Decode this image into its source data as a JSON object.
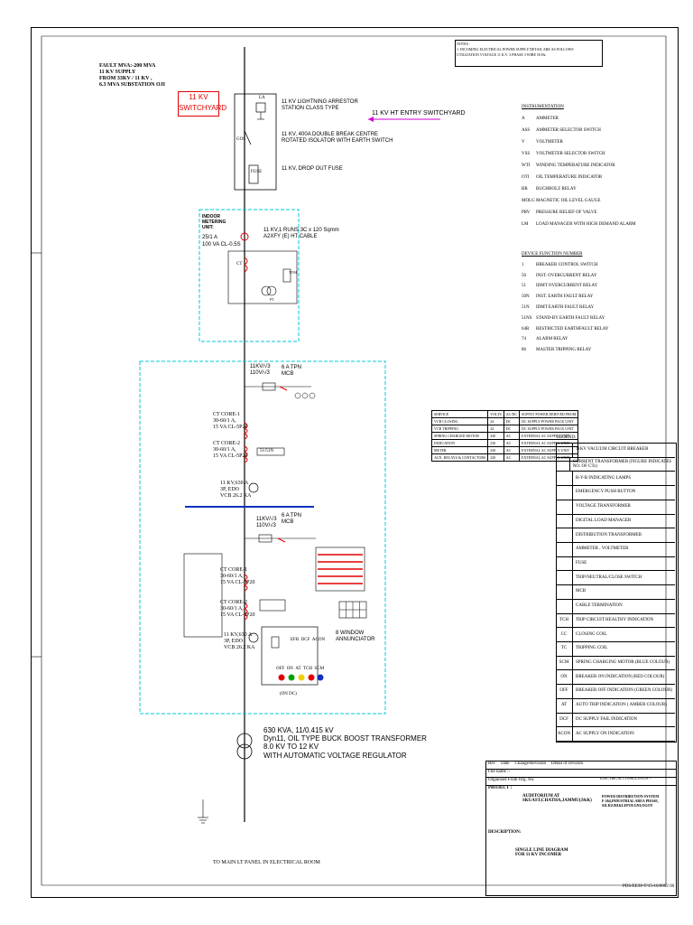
{
  "fault_info": [
    "FAULT MVA:-200 MVA",
    "11 KV SUPPLY",
    "FROM 33KV / 11 KV ,",
    "6.3 MVA SUBSTATION OJI"
  ],
  "switchyard_box": [
    "11 KV",
    "SWITCHYARD"
  ],
  "ht_entry": "11 KV HT ENTRY SWITCHYARD",
  "top_labels": {
    "la": "LA",
    "gos": "GOS",
    "fuse": "FUSE",
    "arrestor": [
      "11 KV LIGHTNING ARRESTOR",
      "STATION CLASS TYPE"
    ],
    "isolator": [
      "11 KV, 400A DOUBLE BREAK CENTRE",
      "ROTATED ISOLATOR WITH EARTH SWITCH"
    ],
    "dropout": "11 KV, DROP OUT FUSE"
  },
  "notes": [
    "NOTES :",
    "1. INCOMING ELECTRICAL POWER SUPPLY DETAIL ARE AS FOLLOWS",
    "UTILIZATION VOLTAGE 11 K.V. 3 PHASE 3 WIRE 50 Hz"
  ],
  "metering": {
    "title": "INDOOR METERING UNIT:",
    "ct": "25/1 A",
    "va": "100 VA CL-0.5S",
    "cable": [
      "11 KV,1 RUNS 3C x 120 Sqmm",
      "A2XFY (E) HT CABLE"
    ],
    "ct_label": "CT",
    "tvm": "TVM",
    "pt": "PT"
  },
  "upper_panel": {
    "bus": [
      "11KV/√3",
      "110V/√3"
    ],
    "mcb": [
      "6 A TPN",
      "MCB"
    ],
    "ct1": [
      "CT CORE-1",
      "30-60/1 A,",
      "15 VA CL-5P20"
    ],
    "ct2": [
      "CT CORE-2",
      "30-60/1 A,",
      "15 VA CL-5P20"
    ],
    "relay": "51/51N",
    "vcb": [
      "11 KV,630 A",
      "3P, EDO",
      "VCB 26.2 KA"
    ]
  },
  "lower_panel": {
    "bus": [
      "11KV/√3",
      "110V/√3"
    ],
    "mcb": [
      "6 A TPN",
      "MCB"
    ],
    "ct1": [
      "CT CORE-1",
      "30-60/1 A,",
      "15 VA CL-5P20"
    ],
    "ct2": [
      "CT CORE-2",
      "30-60/1 A,",
      "15 VA CL-5P20"
    ],
    "vcb": [
      "11 KV,630 A",
      "3P, EDO",
      "VCB 26.2 KA"
    ],
    "annunciator": [
      "8 WINDOW",
      "ANNUNCIATOR"
    ],
    "indicators": [
      "OFF",
      "ON",
      "AT",
      "TCH",
      "SCM"
    ],
    "ind_top": [
      "EFR",
      "DCF",
      "ACON"
    ],
    "on_dc": "(ON DC)"
  },
  "transformer": [
    "630 KVA, 11/0.415 kV",
    "Dyn11, OIL TYPE BUCK BOOST TRANSFORMER",
    "8.0 KV TO 12 KV",
    "WITH AUTOMATIC VOLTAGE REGULATOR"
  ],
  "to_main": "TO MAIN LT PANEL IN ELECTRICAL ROOM",
  "instrumentation": {
    "title": "INSTRUMENTATION",
    "items": [
      [
        "A",
        "AMMETER"
      ],
      [
        "ASS",
        "AMMETER SELECTOR SWITCH"
      ],
      [
        "V",
        "VOLTMETER"
      ],
      [
        "VSS",
        "VOLTMETER SELECTOR SWITCH"
      ],
      [
        "WTI",
        "WINDING TEMPERATURE INDICATOR"
      ],
      [
        "OTI",
        "OIL TEMPERATURE INDICATOR"
      ],
      [
        "BR",
        "BUCHHOLZ RELAY"
      ],
      [
        "MOLG",
        "MAGNETIC OIL LEVEL GAUGE"
      ],
      [
        "PRV",
        "PRESSURE RELIEF OF VALVE"
      ],
      [
        "LM",
        "LOAD MANAGER WITH HIGH DEMAND ALARM"
      ]
    ]
  },
  "device_function": {
    "title": "DEVICE FUNCTION NUMBER",
    "items": [
      [
        "1",
        "BREAKER CONTROL SWITCH"
      ],
      [
        "50",
        "INST. OVERCURRENT RELAY"
      ],
      [
        "51",
        "IDMT OVERCURRENT RELAY"
      ],
      [
        "50N",
        "INST. EARTH FAULT RELAY"
      ],
      [
        "51N",
        "IDMT EARTH FAULT RELAY"
      ],
      [
        "51NS",
        "STAND-BY EARTH FAULT RELAY"
      ],
      [
        "64R",
        "RESTRICTED EARTHFAULT RELAY"
      ],
      [
        "74",
        "ALARM RELAY"
      ],
      [
        "86",
        "MASTER TRIPPING RELAY"
      ]
    ]
  },
  "aux_table": {
    "headers": [
      "SERVICE",
      "VOLTS",
      "AC/DC",
      "SUPPLY POWER DERIVED FROM"
    ],
    "rows": [
      [
        "VCB CLOSING",
        "24",
        "DC",
        "DC SUPPLY POWER PACK UNIT"
      ],
      [
        "VCB TRIPPING",
        "24",
        "DC",
        "DC SUPPLY POWER PACK UNIT"
      ],
      [
        "SPRING CHARGED MOTOR",
        "230",
        "AC",
        "EXTERNAL AC SUPPLY UNIT"
      ],
      [
        "INDICATION",
        "230",
        "AC",
        "EXTERNAL AC SUPPLY UNIT"
      ],
      [
        "METER",
        "230",
        "AC",
        "EXTERNAL AC SUPPLY UNIT"
      ],
      [
        "AUX. RELAYS & CONTACTORS",
        "230",
        "AC",
        "EXTERNAL AC SUPPLY UNIT"
      ]
    ]
  },
  "legend": {
    "title": "LEGEND:",
    "items": [
      "11KV VACUUM CIRCUIT BREAKER",
      "CURRENT TRANSFORMER (FIGURE INDICATES NO. OF CTs)",
      "R-Y-B INDICATING LAMPS",
      "EMERGENCY PUSH BUTTON",
      "VOLTAGE TRANSFORMER",
      "DIGITAL LOAD MANAGER",
      "DISTRIBUTION TRANSFORMER",
      "AMMETER , VOLTMETER",
      "FUSE",
      "TRIP/NEUTRAL/CLOSE SWITCH",
      "MCB",
      "CABLE TERMINATION",
      "TRIP CIRCUIT HEALTHY INDICATION",
      "CLOSING COIL",
      "TRIPPING COIL",
      "SPRING CHARGING MOTOR (BLUE COLOUR)",
      "BREAKER ON INDICATION (RED COLOUR)",
      "BREAKER OFF INDICATION (GREEN COLOUR)",
      "AUTO TRIP INDICATION ( AMBER COLOUR)",
      "DC SUPPLY FAIL INDICATION",
      "AC SUPPLY ON INDICATION"
    ],
    "symbols": [
      "",
      "",
      "",
      "",
      "",
      "",
      "",
      "",
      "",
      "",
      "",
      "",
      "TCH",
      "CC",
      "TC",
      "SCM",
      "ON",
      "OFF",
      "AT",
      "DCF",
      "ACON"
    ]
  },
  "title_block": {
    "rev_headers": [
      "Rev",
      "Date",
      "Change/Revision",
      "Detail of revision"
    ],
    "file_name": "File name :-",
    "org": "Organised From Org. No.",
    "consultants": "ELECTRICAL CONSULTANTS :-",
    "project_label": "PROJECT :",
    "project": [
      "AUDITORIUM AT",
      "SKUAST,CHATHA,JAMMU(J&K)"
    ],
    "firm": [
      "POWER DISTRIBUTION SYSTEM",
      "F-264,INDUSTRIAL AREA PHASE,",
      "SILIGURI&LEPOUGNLOGOY"
    ],
    "description_label": "DESCRIPTION:",
    "description": [
      "SINGLE LINE DIAGRAM",
      "FOR 11 KV INCOMER"
    ],
    "drawing_no": "PDS/EE/H-T/15-16/0002",
    "sheet": "00"
  },
  "colors": {
    "red": "#e00000",
    "cyan": "#00c8d8",
    "magenta": "#d000d0",
    "blue": "#1030c0",
    "green": "#00a000",
    "yellow": "#f0d000"
  }
}
